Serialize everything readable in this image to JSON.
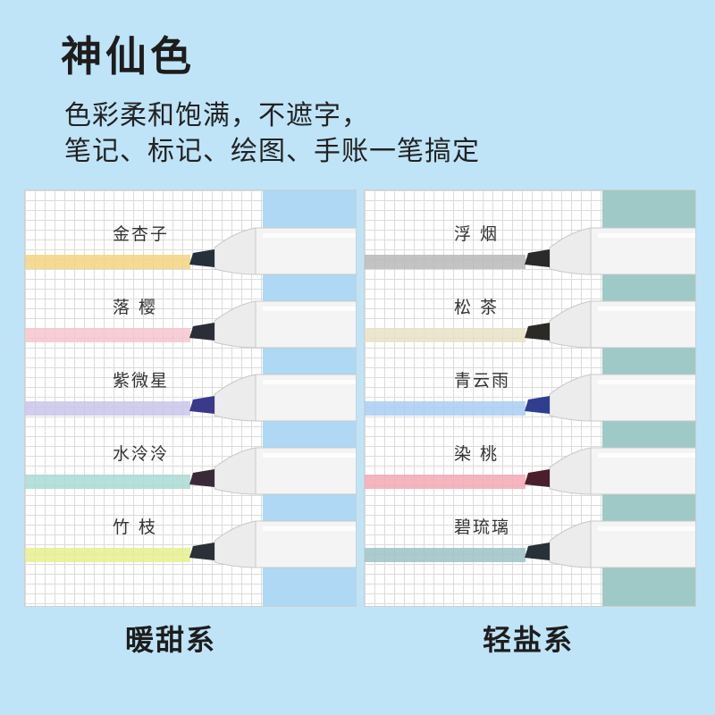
{
  "headline": "神仙色",
  "subline1": "色彩柔和饱满，不遮字，",
  "subline2": "笔记、标记、绘图、手账一笔搞定",
  "groups": [
    {
      "label": "暖甜系",
      "strip_color": "#aed8f3",
      "pens": [
        {
          "name": "金杏子",
          "ink": "#f3d481",
          "tip": "#24303b"
        },
        {
          "name": "落 樱",
          "ink": "#f6c6cf",
          "tip": "#2b2e36"
        },
        {
          "name": "紫微星",
          "ink": "#c9c4ea",
          "tip": "#3a3a8a"
        },
        {
          "name": "水泠泠",
          "ink": "#a9dad2",
          "tip": "#3a2a38"
        },
        {
          "name": "竹 枝",
          "ink": "#e6ef8e",
          "tip": "#2a3036"
        }
      ]
    },
    {
      "label": "轻盐系",
      "strip_color": "#9ec9c6",
      "pens": [
        {
          "name": "浮 烟",
          "ink": "#b9b9b9",
          "tip": "#2a2a2a"
        },
        {
          "name": "松 茶",
          "ink": "#e7e2c4",
          "tip": "#2b2a26"
        },
        {
          "name": "青云雨",
          "ink": "#a9ccf2",
          "tip": "#2e3f8f"
        },
        {
          "name": "染 桃",
          "ink": "#f3a9b5",
          "tip": "#4a1e2a"
        },
        {
          "name": "碧琉璃",
          "ink": "#9ec2c7",
          "tip": "#263238"
        }
      ]
    }
  ]
}
